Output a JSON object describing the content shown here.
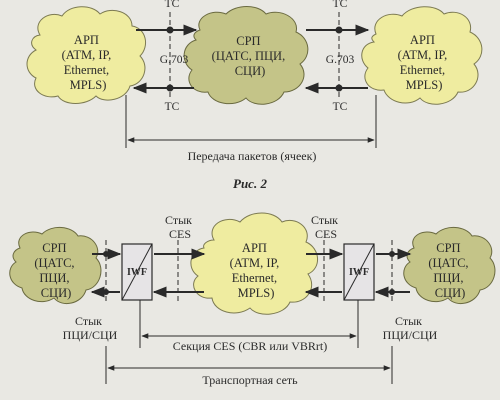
{
  "figure1": {
    "left_cloud": [
      "АРП",
      "(ATM, IP,",
      "Ethernet,",
      "MPLS)"
    ],
    "center_cloud": [
      "СРП",
      "(ЦАТС, ПЦИ,",
      "СЦИ)"
    ],
    "right_cloud": [
      "АРП",
      "(ATM, IP,",
      "Ethernet,",
      "MPLS)"
    ],
    "tc_label": "TC",
    "g703_label": "G.703",
    "bottom_caption": "Передача пакетов (ячеек)",
    "caption": "Рис. 2"
  },
  "figure2": {
    "left_cloud": [
      "СРП",
      "(ЦАТС,",
      "ПЦИ,",
      "СЦИ)"
    ],
    "center_cloud": [
      "АРП",
      "(ATM, IP,",
      "Ethernet,",
      "MPLS)"
    ],
    "right_cloud": [
      "СРП",
      "(ЦАТС,",
      "ПЦИ,",
      "СЦИ)"
    ],
    "iwf_label": "IWF",
    "ces_label": [
      "Стык",
      "CES"
    ],
    "pci_label": [
      "Стык",
      "ПЦИ/СЦИ"
    ],
    "ces_section": "Секция CES (CBR или VBRrt)",
    "transport": "Транспортная сеть"
  },
  "colors": {
    "cloud_light": "#efeca0",
    "cloud_olive": "#c4c488",
    "line": "#2a2a2a",
    "iwf_fill": "#e6e4e6"
  }
}
